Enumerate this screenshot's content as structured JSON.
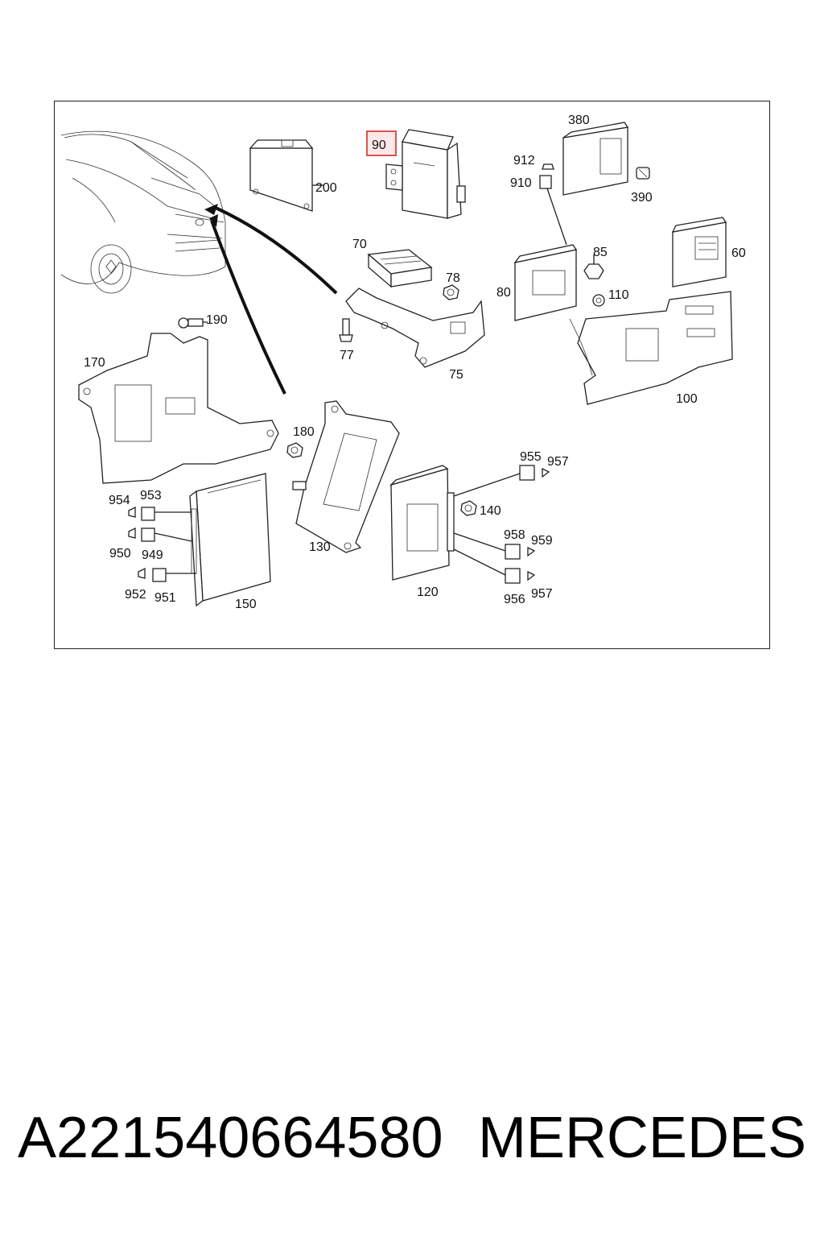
{
  "diagram": {
    "highlighted_part": "90",
    "highlight_color": "#d9534f",
    "callouts": {
      "p90": "90",
      "p200": "200",
      "p380": "380",
      "p912": "912",
      "p910": "910",
      "p390": "390",
      "p70": "70",
      "p78": "78",
      "p85": "85",
      "p60": "60",
      "p80": "80",
      "p110": "110",
      "p190": "190",
      "p77": "77",
      "p75": "75",
      "p170": "170",
      "p100": "100",
      "p180": "180",
      "p955": "955",
      "p957a": "957",
      "p954": "954",
      "p953": "953",
      "p140": "140",
      "p950": "950",
      "p949": "949",
      "p958": "958",
      "p959": "959",
      "p130": "130",
      "p952": "952",
      "p951": "951",
      "p150": "150",
      "p120": "120",
      "p956": "956",
      "p957b": "957"
    }
  },
  "footer": {
    "part_number": "A221540664580",
    "brand": "MERCEDES"
  }
}
